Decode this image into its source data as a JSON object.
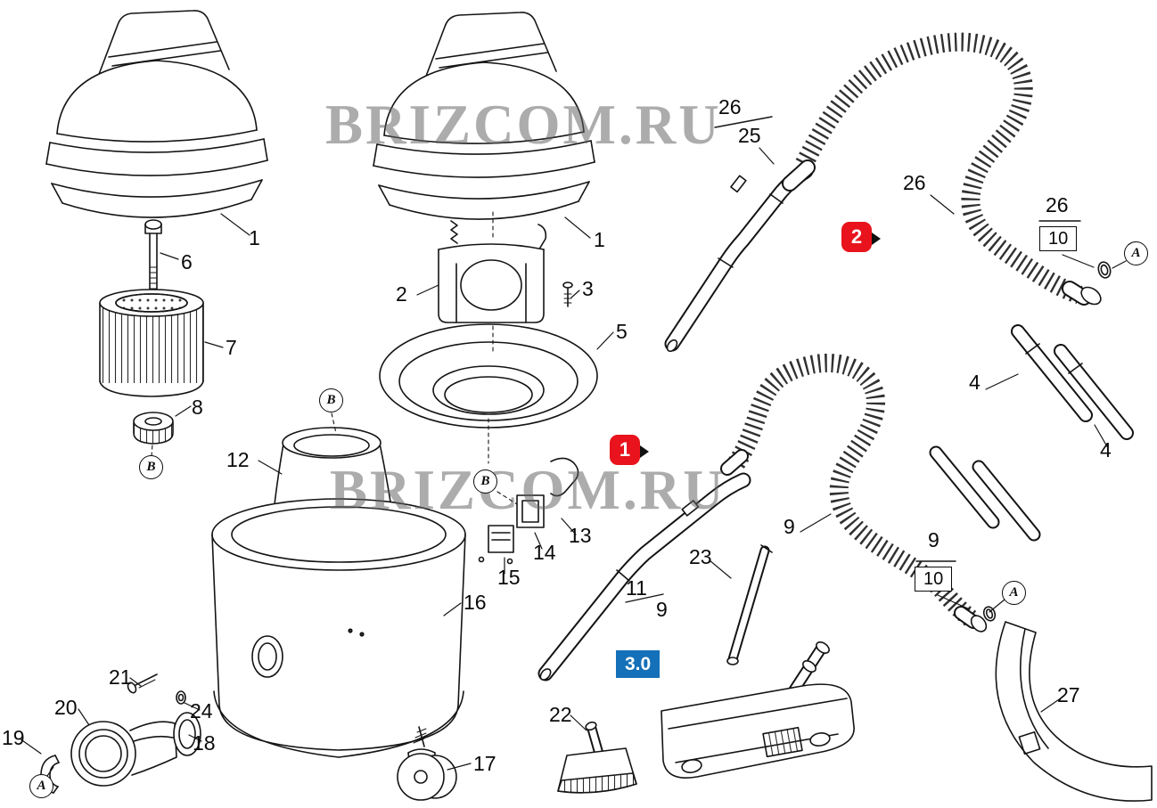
{
  "watermark": {
    "text": "BRIZCOM.RU"
  },
  "markers": {
    "group1": "1",
    "group2": "2",
    "group3": "3.0"
  },
  "letters": {
    "a": "A",
    "b": "B"
  },
  "boxed": {
    "clip": "10"
  },
  "parts": [
    {
      "text": "1"
    },
    {
      "text": "6"
    },
    {
      "text": "7"
    },
    {
      "text": "8"
    },
    {
      "text": "12"
    },
    {
      "text": "2"
    },
    {
      "text": "1"
    },
    {
      "text": "3"
    },
    {
      "text": "5"
    },
    {
      "text": "13"
    },
    {
      "text": "14"
    },
    {
      "text": "15"
    },
    {
      "text": "16"
    },
    {
      "text": "21"
    },
    {
      "text": "20"
    },
    {
      "text": "24"
    },
    {
      "text": "18"
    },
    {
      "text": "19"
    },
    {
      "text": "17"
    },
    {
      "text": "22"
    },
    {
      "text": "23"
    },
    {
      "text": "11"
    },
    {
      "text": "9"
    },
    {
      "text": "26"
    },
    {
      "text": "25"
    },
    {
      "text": "26"
    },
    {
      "text": "26"
    },
    {
      "text": "4"
    },
    {
      "text": "4"
    },
    {
      "text": "9"
    },
    {
      "text": "9"
    },
    {
      "text": "27"
    }
  ]
}
